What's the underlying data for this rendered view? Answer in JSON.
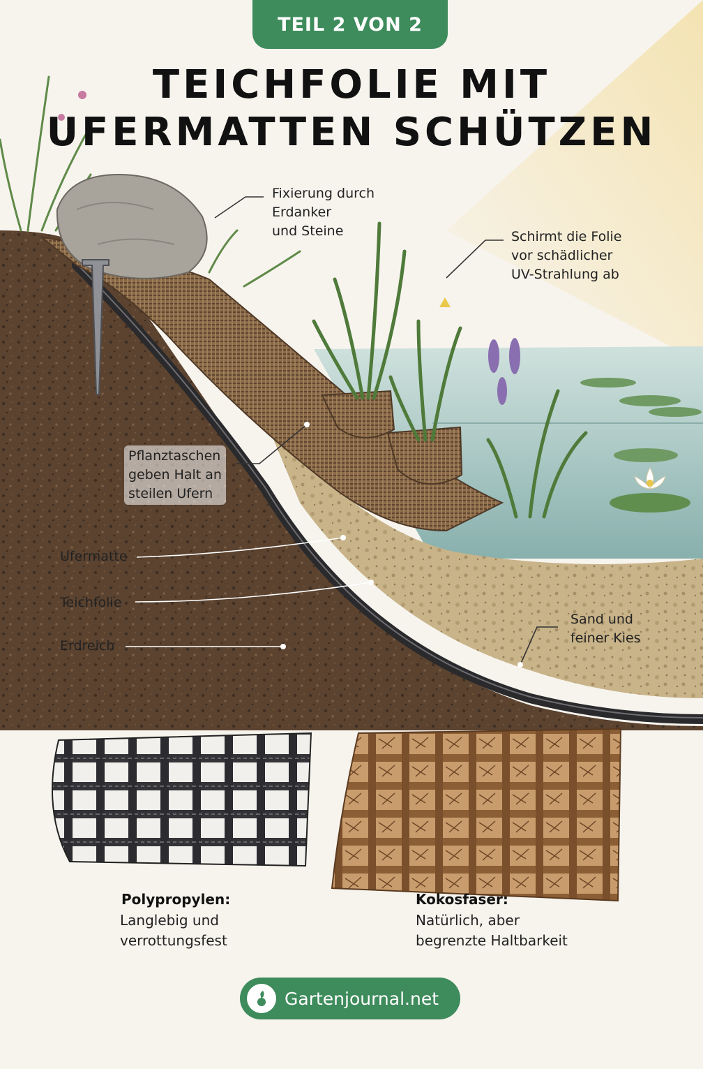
{
  "badge": "TEIL 2 VON 2",
  "title": {
    "line1": "TEICHFOLIE MIT",
    "line2": "UFERMATTEN SCHÜTZEN"
  },
  "callouts": {
    "fixierung": [
      "Fixierung durch",
      "Erdanker",
      "und Steine"
    ],
    "uv": [
      "Schirmt die Folie",
      "vor schädlicher",
      "UV-Strahlung ab"
    ],
    "pflanztaschen": [
      "Pflanztaschen",
      "geben Halt an",
      "steilen Ufern"
    ],
    "sand": [
      "Sand und",
      "feiner Kies"
    ]
  },
  "layers": [
    "Ufermatte",
    "Teichfolie",
    "Erdreich"
  ],
  "materials": [
    {
      "name": "Polypropylen:",
      "desc": [
        "Langlebig und",
        "verrottungsfest"
      ]
    },
    {
      "name": "Kokosfaser:",
      "desc": [
        "Natürlich, aber",
        "begrenzte Haltbarkeit"
      ]
    }
  ],
  "footer": {
    "site": "Gartenjournal.net",
    "icon": "leaf-logo-icon"
  },
  "colors": {
    "badge_green": "#3e8b5c",
    "soil": "#5b4330",
    "liner": "#2a2a2c",
    "mat": "#8a6a48",
    "water": "#a9c7c4",
    "sand": "#c9b48a",
    "polypropylene": "#333338",
    "coconut": "#8b5e35"
  }
}
